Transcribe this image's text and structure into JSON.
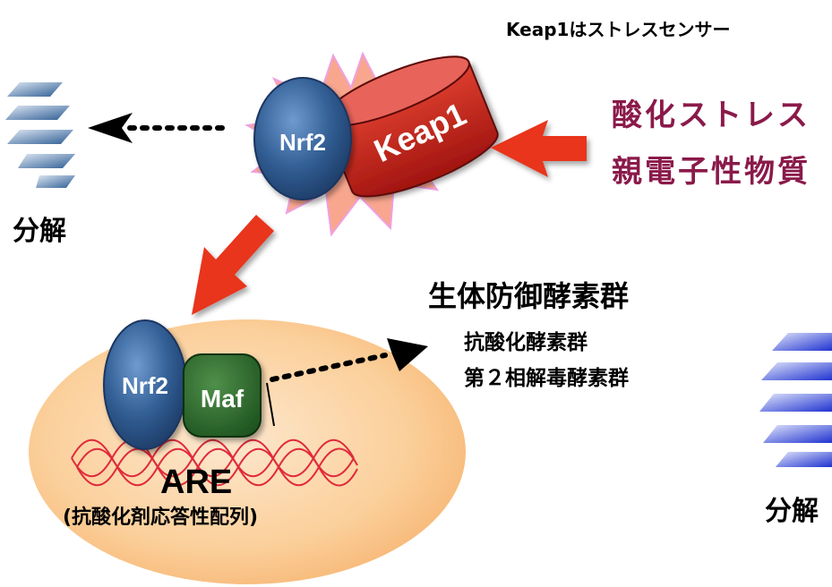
{
  "top_note": "Keap1はストレスセンサー",
  "stressors": [
    "酸化ストレス",
    "親電子性物質"
  ],
  "keap1_label": "Keap1",
  "nrf2_label": "Nrf2",
  "maf_label": "Maf",
  "degradation_label": "分解",
  "enzymes": {
    "title": "生体防御酵素群",
    "items": [
      "抗酸化酵素群",
      "第２相解毒酵素群"
    ]
  },
  "are": {
    "label": "ARE",
    "full_name": "(抗酸化剤応答性配列)"
  },
  "colors": {
    "stress_text": "#8a1a4a",
    "keap1": "#c8201c",
    "nrf2": "#2e5c92",
    "maf": "#2a6a2a",
    "arrow_red": "#e8341c",
    "nucleus": "#f9cc96",
    "burst": "#f8a68e",
    "dna": "#e02a3a"
  }
}
